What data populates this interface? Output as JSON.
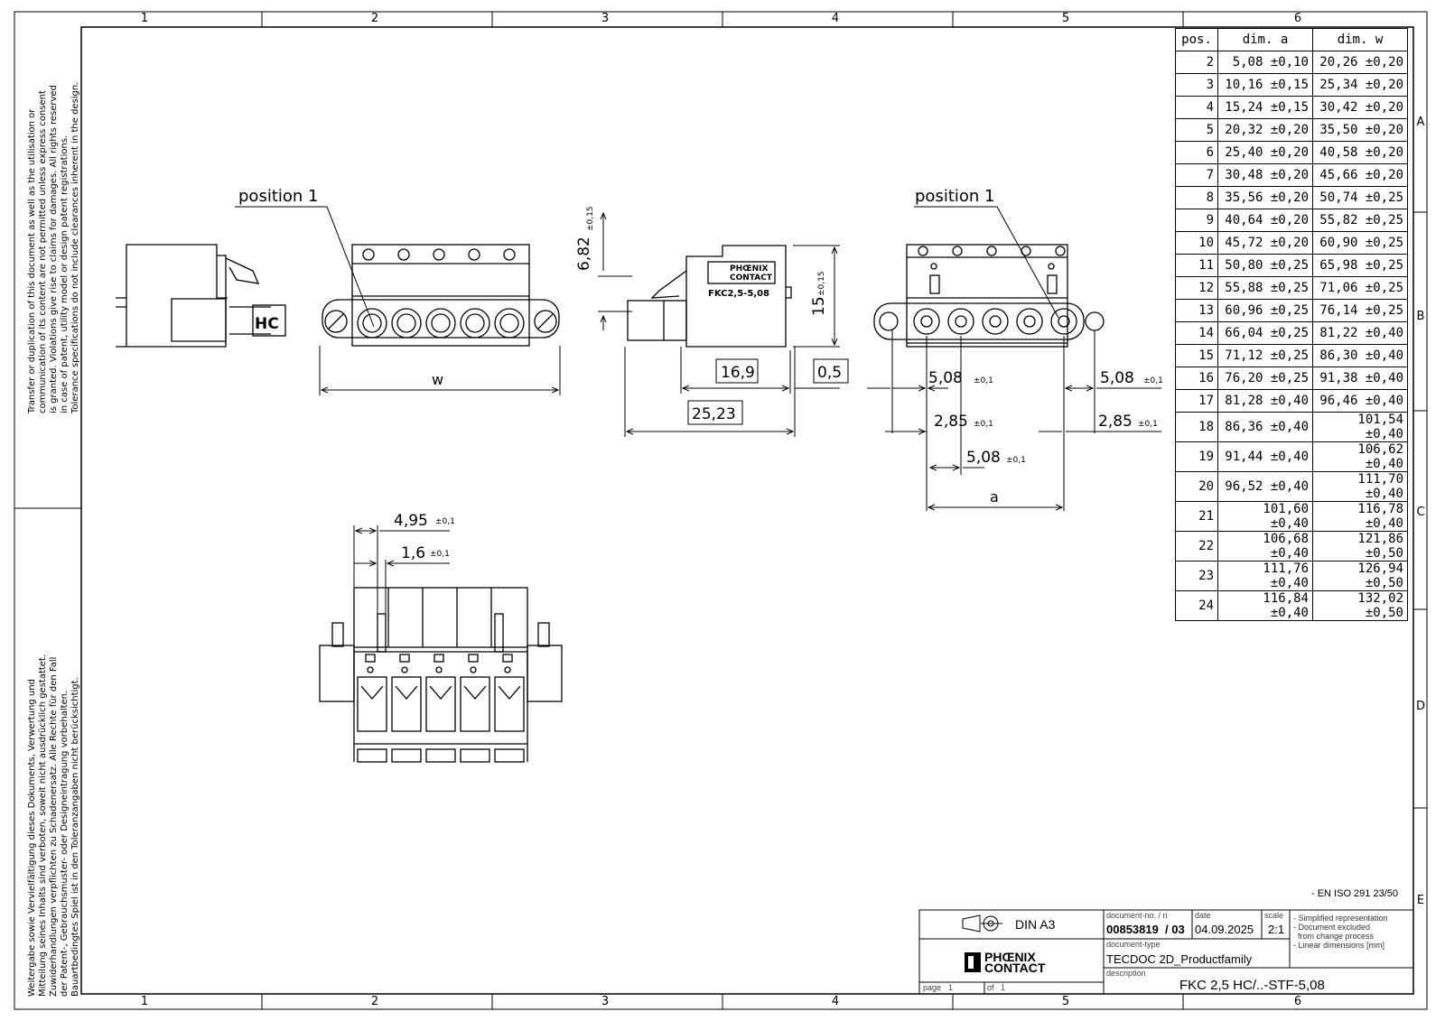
{
  "frame": {
    "zones_top": [
      "1",
      "2",
      "3",
      "4",
      "5",
      "6"
    ],
    "zones_bottom": [
      "1",
      "2",
      "3",
      "4",
      "5",
      "6"
    ],
    "zones_right": [
      "A",
      "B",
      "C",
      "D",
      "E"
    ]
  },
  "notice_en": [
    "Transfer or duplication of this document as well as the utilisation or",
    "communication of its content are not permitted unless express consent",
    "is granted. Violations give rise to claims for damages. All rights reserved",
    "in case of patent, utility model or design patent registrations.",
    "Tolerance specifications do not include clearances inherent in the design."
  ],
  "notice_de": [
    "Weitergabe sowie Vervielfältigung dieses Dokuments, Verwertung und",
    "Mitteilung seines Inhalts sind verboten, soweit nicht ausdrücklich gestattet.",
    "Zuwiderhandlungen verpflichten zu Schadenersatz. Alle Rechte für den Fall",
    "der Patent-, Gebrauchsmuster- oder Designeintragung vorbehalten.",
    "Bauartbedingtes Spiel ist in den Toleranzangaben nicht berücksichtigt."
  ],
  "dim_table": {
    "headers": [
      "pos.",
      "dim. a",
      "dim. w"
    ],
    "rows": [
      [
        "2",
        "5,08 ±0,10",
        "20,26 ±0,20"
      ],
      [
        "3",
        "10,16 ±0,15",
        "25,34 ±0,20"
      ],
      [
        "4",
        "15,24 ±0,15",
        "30,42 ±0,20"
      ],
      [
        "5",
        "20,32 ±0,20",
        "35,50 ±0,20"
      ],
      [
        "6",
        "25,40 ±0,20",
        "40,58 ±0,20"
      ],
      [
        "7",
        "30,48 ±0,20",
        "45,66 ±0,20"
      ],
      [
        "8",
        "35,56 ±0,20",
        "50,74 ±0,25"
      ],
      [
        "9",
        "40,64 ±0,20",
        "55,82 ±0,25"
      ],
      [
        "10",
        "45,72 ±0,20",
        "60,90 ±0,25"
      ],
      [
        "11",
        "50,80 ±0,25",
        "65,98 ±0,25"
      ],
      [
        "12",
        "55,88 ±0,25",
        "71,06 ±0,25"
      ],
      [
        "13",
        "60,96 ±0,25",
        "76,14 ±0,25"
      ],
      [
        "14",
        "66,04 ±0,25",
        "81,22 ±0,40"
      ],
      [
        "15",
        "71,12 ±0,25",
        "86,30 ±0,40"
      ],
      [
        "16",
        "76,20 ±0,25",
        "91,38 ±0,40"
      ],
      [
        "17",
        "81,28 ±0,40",
        "96,46 ±0,40"
      ],
      [
        "18",
        "86,36 ±0,40",
        "101,54 ±0,40"
      ],
      [
        "19",
        "91,44 ±0,40",
        "106,62 ±0,40"
      ],
      [
        "20",
        "96,52 ±0,40",
        "111,70 ±0,40"
      ],
      [
        "21",
        "101,60 ±0,40",
        "116,78 ±0,40"
      ],
      [
        "22",
        "106,68 ±0,40",
        "121,86 ±0,50"
      ],
      [
        "23",
        "111,76 ±0,40",
        "126,94 ±0,50"
      ],
      [
        "24",
        "116,84 ±0,40",
        "132,02 ±0,50"
      ]
    ]
  },
  "labels": {
    "position1_left": "position 1",
    "position1_right": "position 1",
    "dim_w": "w",
    "dim_a": "a",
    "hc": "HC",
    "dim_682": "6,82",
    "tol_015_a": "±0,15",
    "dim_15": "15",
    "tol_015_b": "±0,15",
    "dim_169": "16,9",
    "dim_05": "0,5",
    "dim_2523": "25,23",
    "dim_508_l": "5,08",
    "dim_508_r": "5,08",
    "dim_285_l": "2,85",
    "dim_285_r": "2,85",
    "dim_508_c": "5,08",
    "dim_495": "4,95",
    "dim_16": "1,6",
    "tol_01": "±0,1",
    "side_logo_l1": "PHŒNIX",
    "side_logo_l2": "CONTACT",
    "side_part": "FKC2,5-5,08"
  },
  "title_block": {
    "iso_note": "- EN ISO 291 23/50",
    "format": "DIN A3",
    "doc_no_label": "document-no. / ri",
    "doc_no": "00853819",
    "revision": "/ 03",
    "date_label": "date",
    "date": "04.09.2025",
    "scale_label": "scale",
    "scale": "2:1",
    "doc_type_label": "document-type",
    "doc_type": "TECDOC 2D_Productfamily",
    "description_label": "description",
    "description": "FKC 2,5 HC/..-STF-5,08",
    "logo_line1": "PHŒNIX",
    "logo_line2": "CONTACT",
    "page_label": "page",
    "page": "1",
    "of_label": "of",
    "of": "1",
    "notes": [
      "- Simplified representation",
      "- Document excluded",
      "  from change process",
      "- Linear dimensions [mm]"
    ]
  }
}
